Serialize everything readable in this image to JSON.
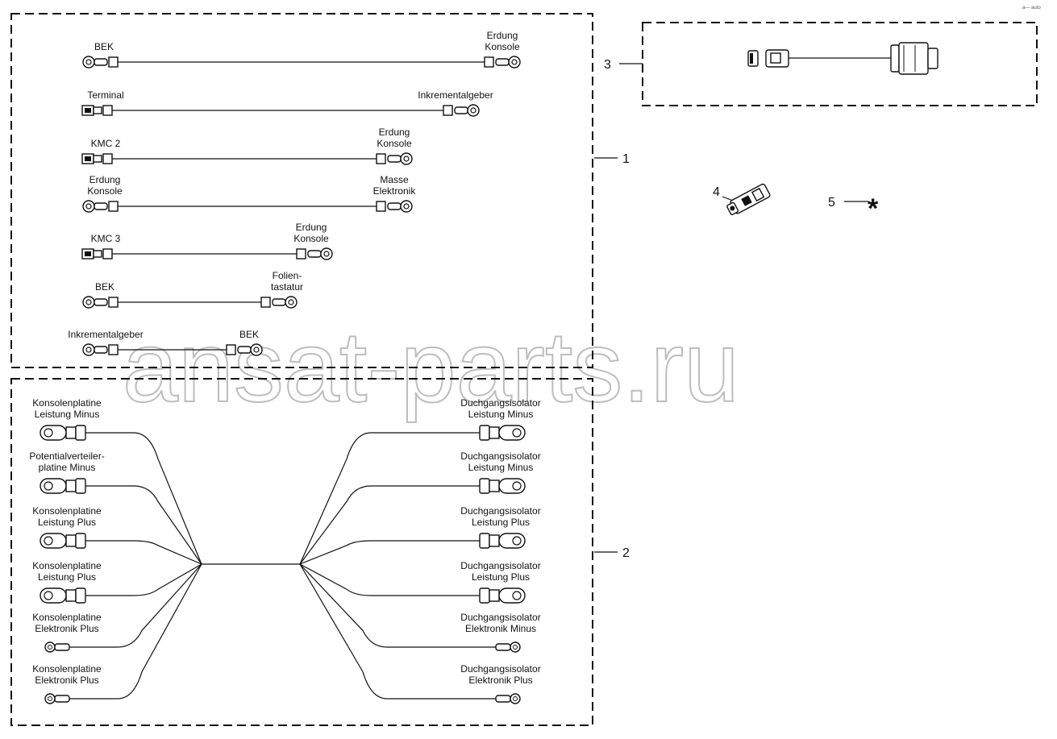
{
  "callouts": {
    "c1": "1",
    "c2": "2",
    "c3": "3",
    "c4": "4",
    "c5": "5",
    "asterisk": "*"
  },
  "harness1": [
    {
      "left": "BEK",
      "right": [
        "Erdung",
        "Konsole"
      ]
    },
    {
      "left": "Terminal",
      "right": [
        "Inkrementalgeber"
      ]
    },
    {
      "left": "KMC 2",
      "right": [
        "Erdung",
        "Konsole"
      ]
    },
    {
      "left": [
        "Erdung",
        "Konsole"
      ],
      "right": [
        "Masse",
        "Elektronik"
      ]
    },
    {
      "left": "KMC 3",
      "right": [
        "Erdung",
        "Konsole"
      ]
    },
    {
      "left": "BEK",
      "right": [
        "Folien-",
        "tastatur"
      ]
    },
    {
      "left": "Inkrementalgeber",
      "right": [
        "BEK"
      ]
    }
  ],
  "harness2": {
    "left": [
      [
        "Konsolenplatine",
        "Leistung Minus"
      ],
      [
        "Potentialverteiler-",
        "platine Minus"
      ],
      [
        "Konsolenplatine",
        "Leistung Plus"
      ],
      [
        "Konsolenplatine",
        "Leistung Plus"
      ],
      [
        "Konsolenplatine",
        "Elektronik Plus"
      ],
      [
        "Konsolenplatine",
        "Elektronik Plus"
      ]
    ],
    "right": [
      [
        "Duchgangsisolator",
        "Leistung Minus"
      ],
      [
        "Duchgangsisolator",
        "Leistung Minus"
      ],
      [
        "Duchgangsisolator",
        "Leistung Plus"
      ],
      [
        "Duchgangsisolator",
        "Leistung Plus"
      ],
      [
        "Duchgangsisolator",
        "Elektronik Minus"
      ],
      [
        "Duchgangsisolator",
        "Elektronik Plus"
      ]
    ]
  },
  "watermark": "ansat-parts.ru",
  "corner_mark": "a— auto"
}
